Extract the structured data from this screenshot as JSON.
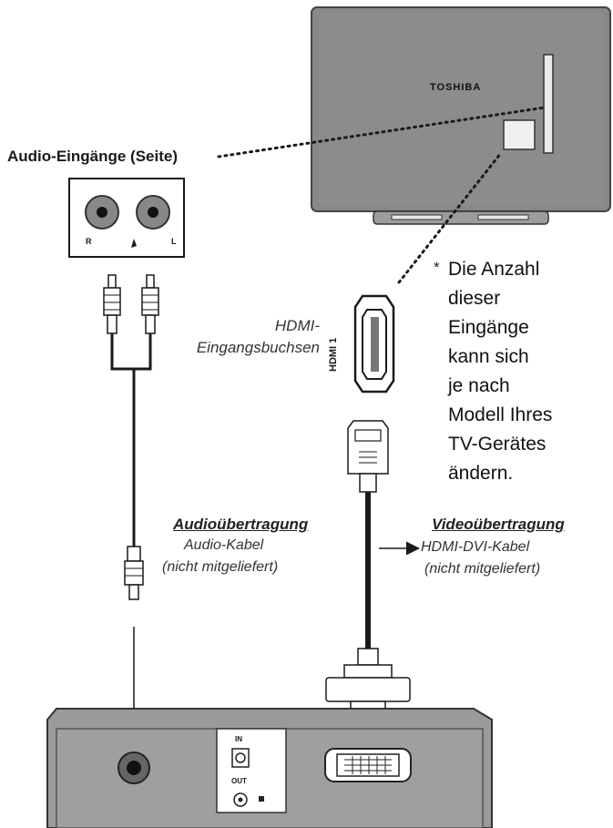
{
  "tv": {
    "brand": "TOSHIBA"
  },
  "labels": {
    "audio_inputs": "Audio-Eingänge (Seite)",
    "audio_r": "R",
    "audio_l": "L",
    "hdmi_port": "HDMI 1",
    "hdmi_input_line1": "HDMI-",
    "hdmi_input_line2": "Eingangsbuchsen",
    "audio_transfer": "Audioübertragung",
    "audio_cable_line1": "Audio-Kabel",
    "audio_cable_line2": "(nicht mitgeliefert)",
    "video_transfer": "Videoübertragung",
    "video_cable_line1": "HDMI-DVI-Kabel",
    "video_cable_line2": "(nicht mitgeliefert)",
    "device_in": "IN",
    "device_out": "OUT"
  },
  "note": {
    "asterisk": "*",
    "lines": [
      "Die Anzahl",
      "dieser",
      "Eingänge",
      "kann sich",
      "je nach",
      "Modell Ihres",
      "TV-Gerätes",
      "ändern."
    ]
  },
  "colors": {
    "tv_body": "#888888",
    "tv_stand": "#a0a0a0",
    "line": "#1a1a1a",
    "cable": "#1a1a1a",
    "device_body": "#9a9a9a"
  }
}
